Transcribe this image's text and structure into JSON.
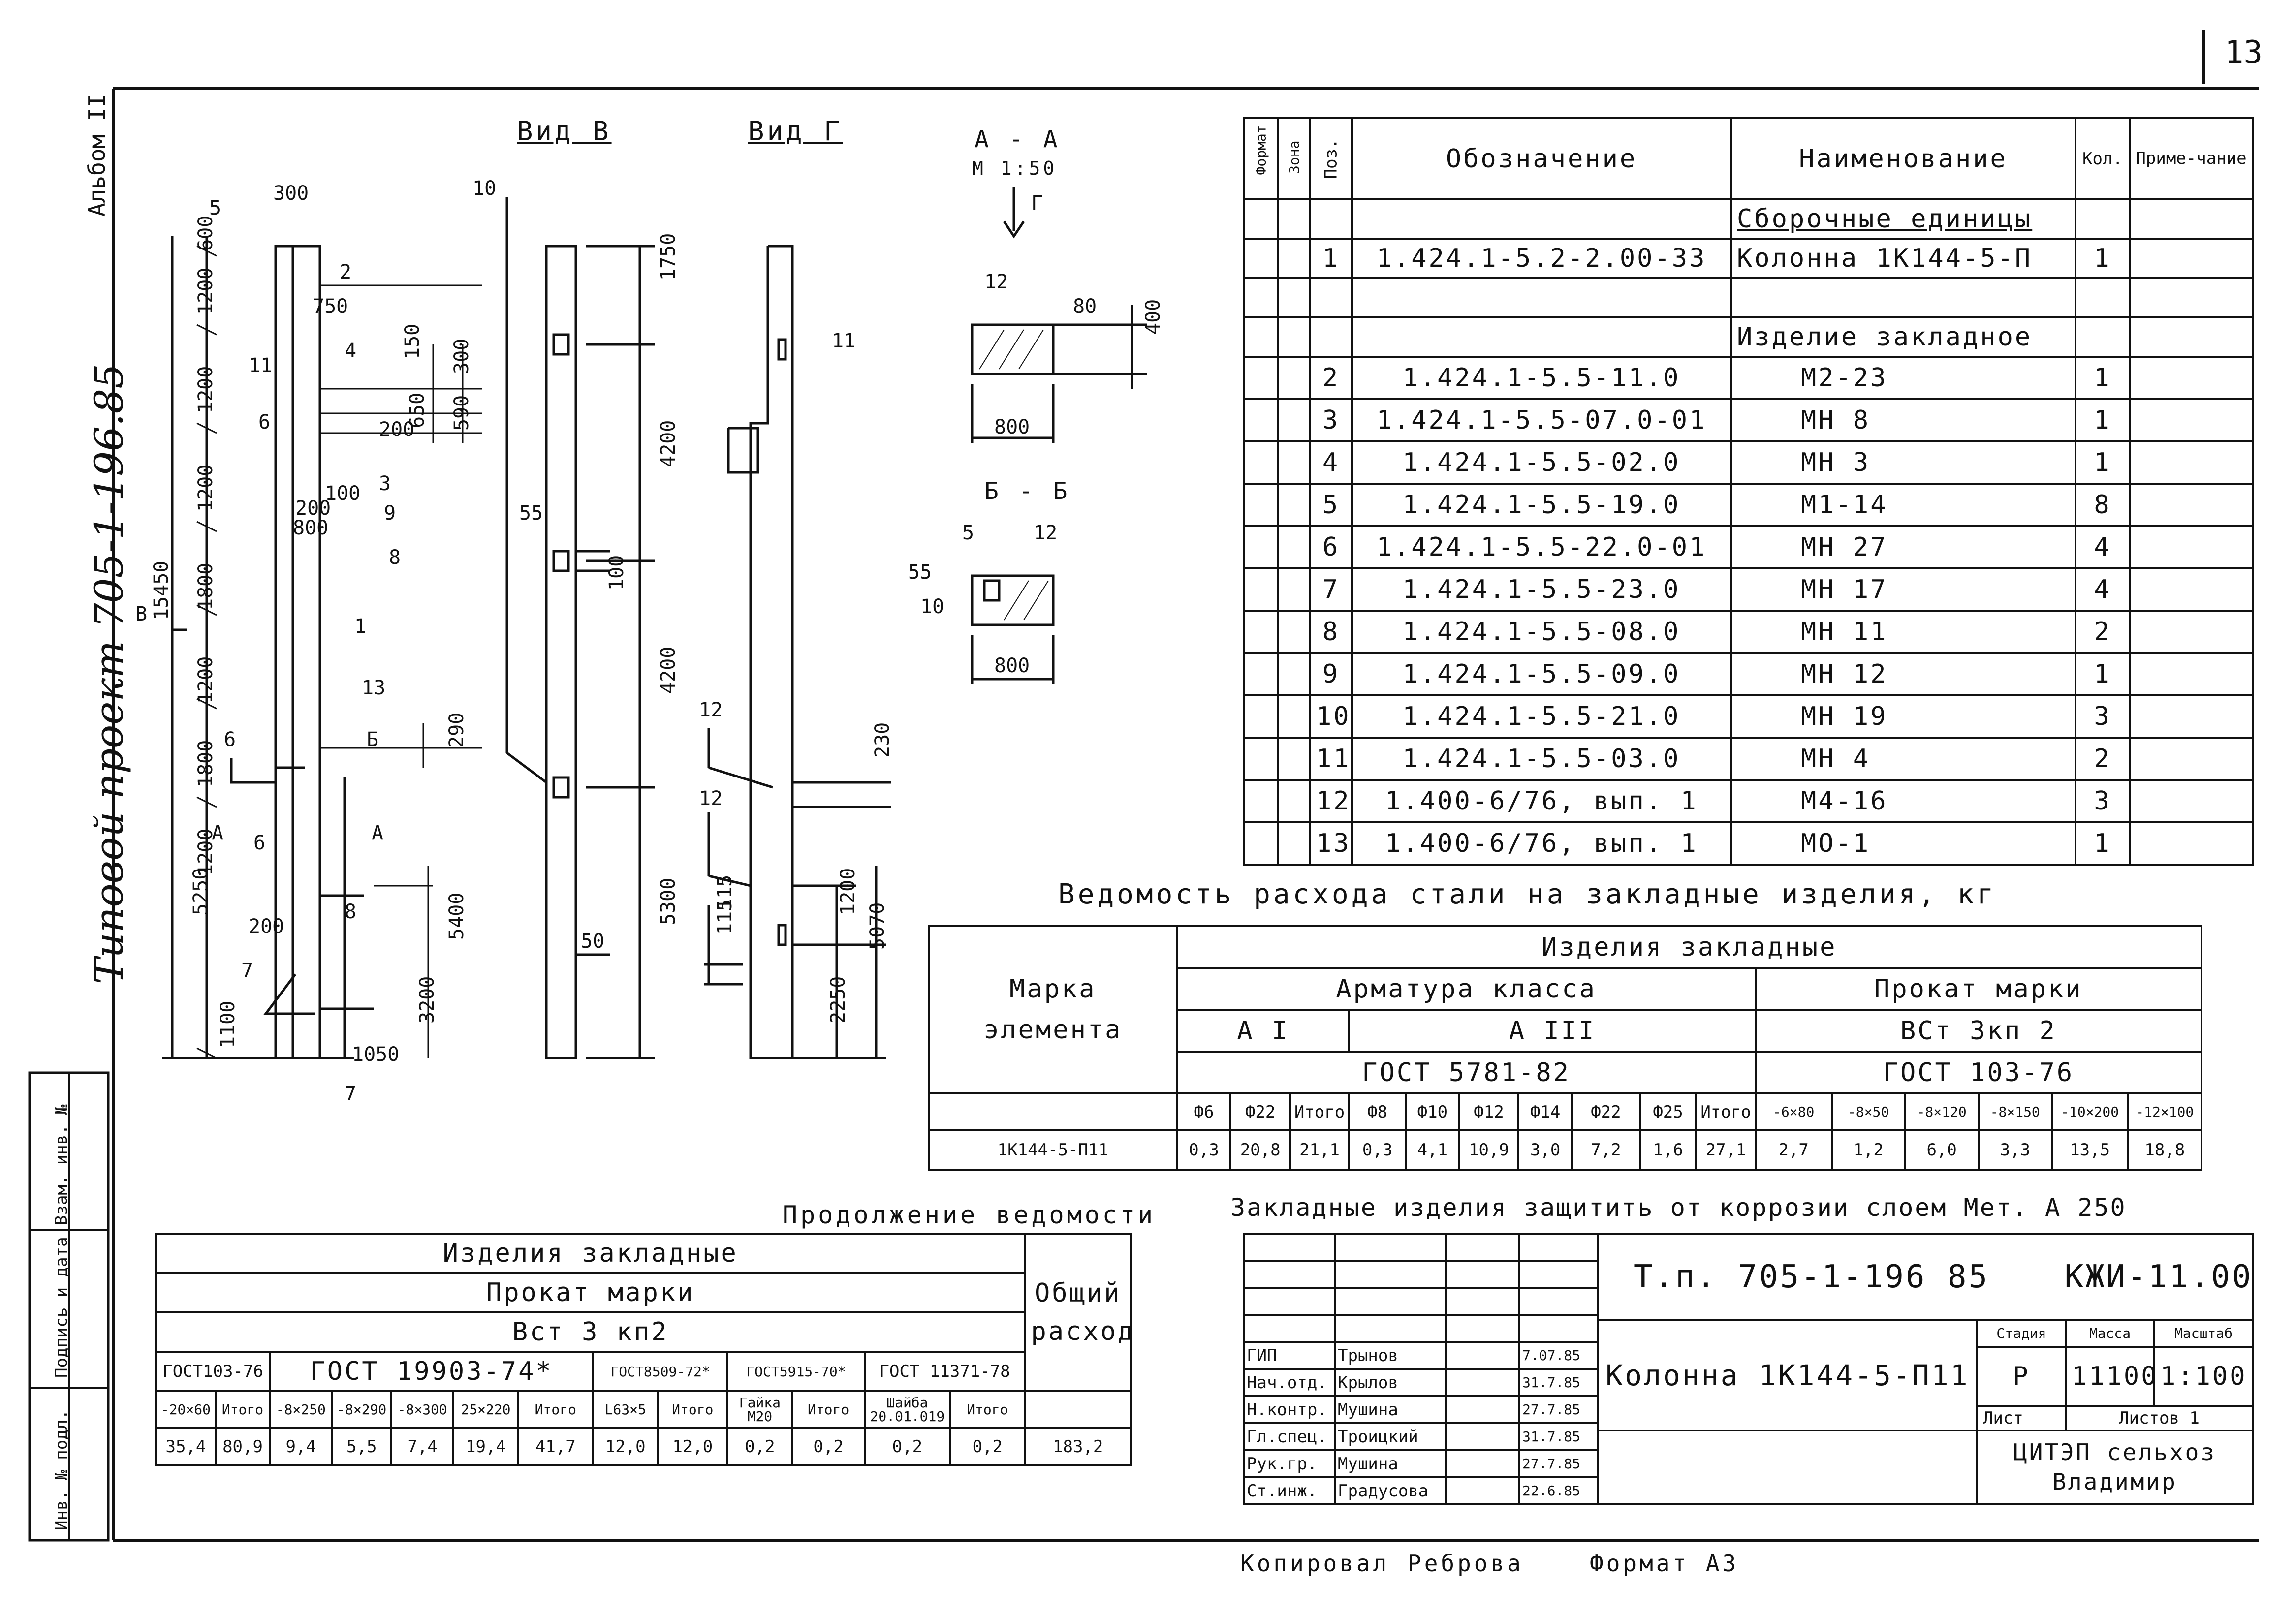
{
  "sheet_number": "13",
  "side": {
    "album": "Альбом II",
    "project": "Типовой проект 705-1-196.85",
    "stamp_labels": [
      "Инв. № подл.",
      "Подпись и дата",
      "Взам. инв. №"
    ]
  },
  "drawing": {
    "view_b": "Вид В",
    "view_g": "Вид Г",
    "section_aa": "А - А",
    "section_aa_scale": "М 1:50",
    "section_bb": "Б - Б",
    "dims_main": [
      "300",
      "600",
      "1200",
      "1200",
      "1200",
      "1800",
      "1200",
      "1800",
      "1200",
      "5250",
      "1100",
      "15450",
      "750",
      "150",
      "300",
      "200",
      "650",
      "590",
      "100",
      "200",
      "800",
      "290",
      "5400",
      "3200",
      "1050",
      "200"
    ],
    "callouts_main": [
      "5",
      "2",
      "11",
      "4",
      "6",
      "3",
      "9",
      "8",
      "1",
      "13",
      "6",
      "Б",
      "6",
      "А",
      "А",
      "7",
      "8",
      "7",
      "В"
    ],
    "dims_view_b": [
      "1750",
      "4200",
      "55",
      "100",
      "4200",
      "5300",
      "50",
      "10"
    ],
    "dims_view_g": [
      "11",
      "12",
      "230",
      "12",
      "115",
      "115",
      "1200",
      "2250",
      "5070"
    ],
    "dims_sections": [
      "12",
      "80",
      "400",
      "800",
      "5",
      "12",
      "55",
      "10",
      "800",
      "Г"
    ]
  },
  "spec": {
    "headers": {
      "format": "Формат",
      "zone": "Зона",
      "pos": "Поз.",
      "designation": "Обозначение",
      "name": "Наименование",
      "qty": "Кол.",
      "note": "Приме-чание"
    },
    "group1": "Сборочные единицы",
    "row1": {
      "pos": "1",
      "designation": "1.424.1-5.2-2.00-33",
      "name": "Колонна 1К144-5-П",
      "qty": "1"
    },
    "group2": "Изделие закладное",
    "rows": [
      {
        "pos": "2",
        "designation": "1.424.1-5.5-11.0",
        "name": "М2-23",
        "qty": "1"
      },
      {
        "pos": "3",
        "designation": "1.424.1-5.5-07.0-01",
        "name": "МН 8",
        "qty": "1"
      },
      {
        "pos": "4",
        "designation": "1.424.1-5.5-02.0",
        "name": "МН 3",
        "qty": "1"
      },
      {
        "pos": "5",
        "designation": "1.424.1-5.5-19.0",
        "name": "М1-14",
        "qty": "8"
      },
      {
        "pos": "6",
        "designation": "1.424.1-5.5-22.0-01",
        "name": "МН 27",
        "qty": "4"
      },
      {
        "pos": "7",
        "designation": "1.424.1-5.5-23.0",
        "name": "МН 17",
        "qty": "4"
      },
      {
        "pos": "8",
        "designation": "1.424.1-5.5-08.0",
        "name": "МН 11",
        "qty": "2"
      },
      {
        "pos": "9",
        "designation": "1.424.1-5.5-09.0",
        "name": "МН 12",
        "qty": "1"
      },
      {
        "pos": "10",
        "designation": "1.424.1-5.5-21.0",
        "name": "МН 19",
        "qty": "3"
      },
      {
        "pos": "11",
        "designation": "1.424.1-5.5-03.0",
        "name": "МН 4",
        "qty": "2"
      },
      {
        "pos": "12",
        "designation": "1.400-6/76, вып. 1",
        "name": "М4-16",
        "qty": "3"
      },
      {
        "pos": "13",
        "designation": "1.400-6/76, вып. 1",
        "name": "МО-1",
        "qty": "1"
      }
    ]
  },
  "steel": {
    "title": "Ведомость расхода стали на закладные изделия, кг",
    "top": "Изделия закладные",
    "mark_label": "Марка элемента",
    "armature": "Арматура класса",
    "rolled": "Прокат марки",
    "ai": "А I",
    "aiii": "А III",
    "vst": "ВСт 3кп 2",
    "gost1": "ГОСТ 5781-82",
    "gost2": "ГОСТ 103-76",
    "cols": [
      "Ф6",
      "Ф22",
      "Итого",
      "Ф8",
      "Ф10",
      "Ф12",
      "Ф14",
      "Ф22",
      "Ф25",
      "Итого",
      "-6×80",
      "-8×50",
      "-8×120",
      "-8×150",
      "-10×200",
      "-12×100"
    ],
    "mark": "1К144-5-П11",
    "values": [
      "0,3",
      "20,8",
      "21,1",
      "0,3",
      "4,1",
      "10,9",
      "3,0",
      "7,2",
      "1,6",
      "27,1",
      "2,7",
      "1,2",
      "6,0",
      "3,3",
      "13,5",
      "18,8"
    ],
    "note": "Закладные изделия защитить от коррозии слоем Мет. А 250"
  },
  "cont": {
    "title": "Продолжение ведомости",
    "top": "Изделия закладные",
    "rolled": "Прокат марки",
    "vst": "Вст 3 кп2",
    "total": "Общий расход",
    "gosts": [
      "ГОСТ103-76",
      "ГОСТ 19903-74*",
      "ГОСТ8509-72*",
      "ГОСТ5915-70*",
      "ГОСТ 11371-78"
    ],
    "cols": [
      "-20×60",
      "Итого",
      "-8×250",
      "-8×290",
      "-8×300",
      "25×220",
      "Итого",
      "L63×5",
      "Итого",
      "Гайка М20",
      "Итого",
      "Шайба 20.01.019",
      "Итого"
    ],
    "values": [
      "35,4",
      "80,9",
      "9,4",
      "5,5",
      "7,4",
      "19,4",
      "41,7",
      "12,0",
      "12,0",
      "0,2",
      "0,2",
      "0,2",
      "0,2"
    ],
    "total_value": "183,2"
  },
  "title_block": {
    "code": "Т.п. 705-1-196 85",
    "sheet_code": "КЖИ-11.00",
    "name": "Колонна 1К144-5-П11",
    "stage_h": "Стадия",
    "mass_h": "Масса",
    "scale_h": "Масштаб",
    "stage": "Р",
    "mass": "11100",
    "scale": "1:100",
    "sheet_h": "Лист",
    "sheets_h": "Листов 1",
    "org": "ЦИТЭП сельхоз Владимир",
    "roles": [
      {
        "role": "ГИП",
        "name": "Трынов",
        "date": "7.07.85"
      },
      {
        "role": "Нач.отд.",
        "name": "Крылов",
        "date": "31.7.85"
      },
      {
        "role": "Н.контр.",
        "name": "Мушина",
        "date": "27.7.85"
      },
      {
        "role": "Гл.спец.",
        "name": "Троицкий",
        "date": "31.7.85"
      },
      {
        "role": "Рук.гр.",
        "name": "Мушина",
        "date": "27.7.85"
      },
      {
        "role": "Ст.инж.",
        "name": "Градусова",
        "date": "22.6.85"
      }
    ]
  },
  "footer": {
    "copied_label": "Копировал",
    "copied_name": "Реброва",
    "format": "Формат А3"
  }
}
